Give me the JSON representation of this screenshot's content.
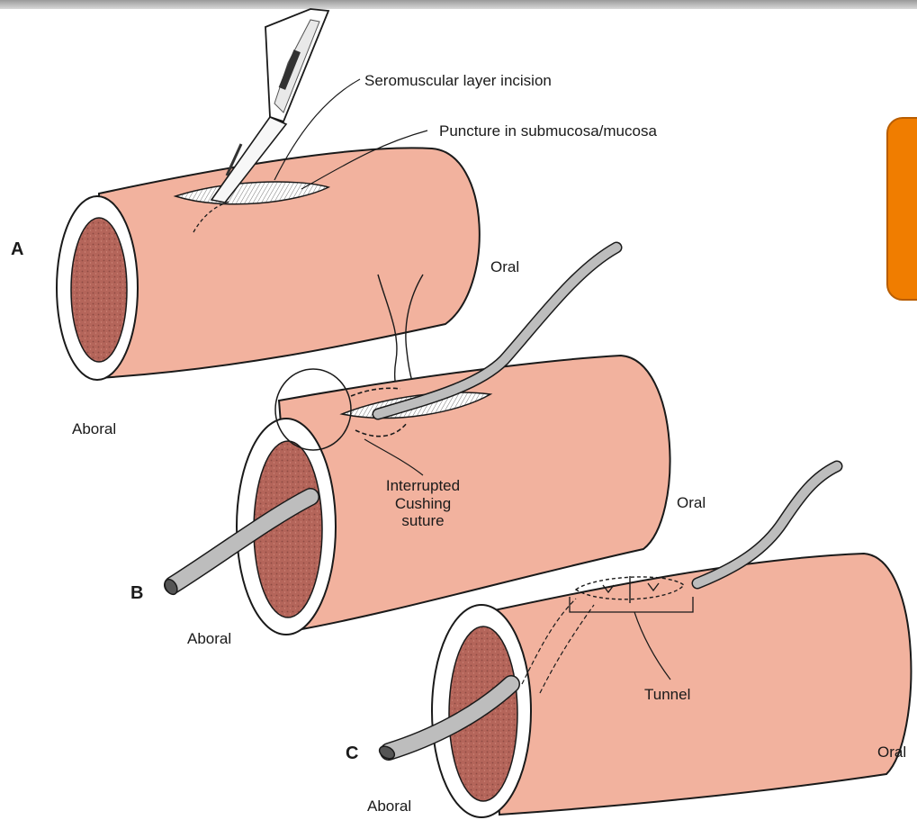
{
  "labels": {
    "seromuscular_incision": "Seromuscular layer incision",
    "puncture": "Puncture in submucosa/mucosa",
    "panel_a": "A",
    "panel_b": "B",
    "panel_c": "C",
    "oral_a": "Oral",
    "oral_b": "Oral",
    "oral_c": "Oral",
    "aboral_a": "Aboral",
    "aboral_b": "Aboral",
    "aboral_c": "Aboral",
    "cushing_line1": "Interrupted",
    "cushing_line2": "Cushing",
    "cushing_line3": "suture",
    "tunnel": "Tunnel"
  },
  "colors": {
    "tissue": "#f2b29e",
    "lumen": "#b4655a",
    "tube": "#bdbdbd",
    "outline": "#1a1a1a",
    "accent_box": "#f07d00"
  },
  "icons": {
    "scalpel": "scalpel-icon"
  }
}
